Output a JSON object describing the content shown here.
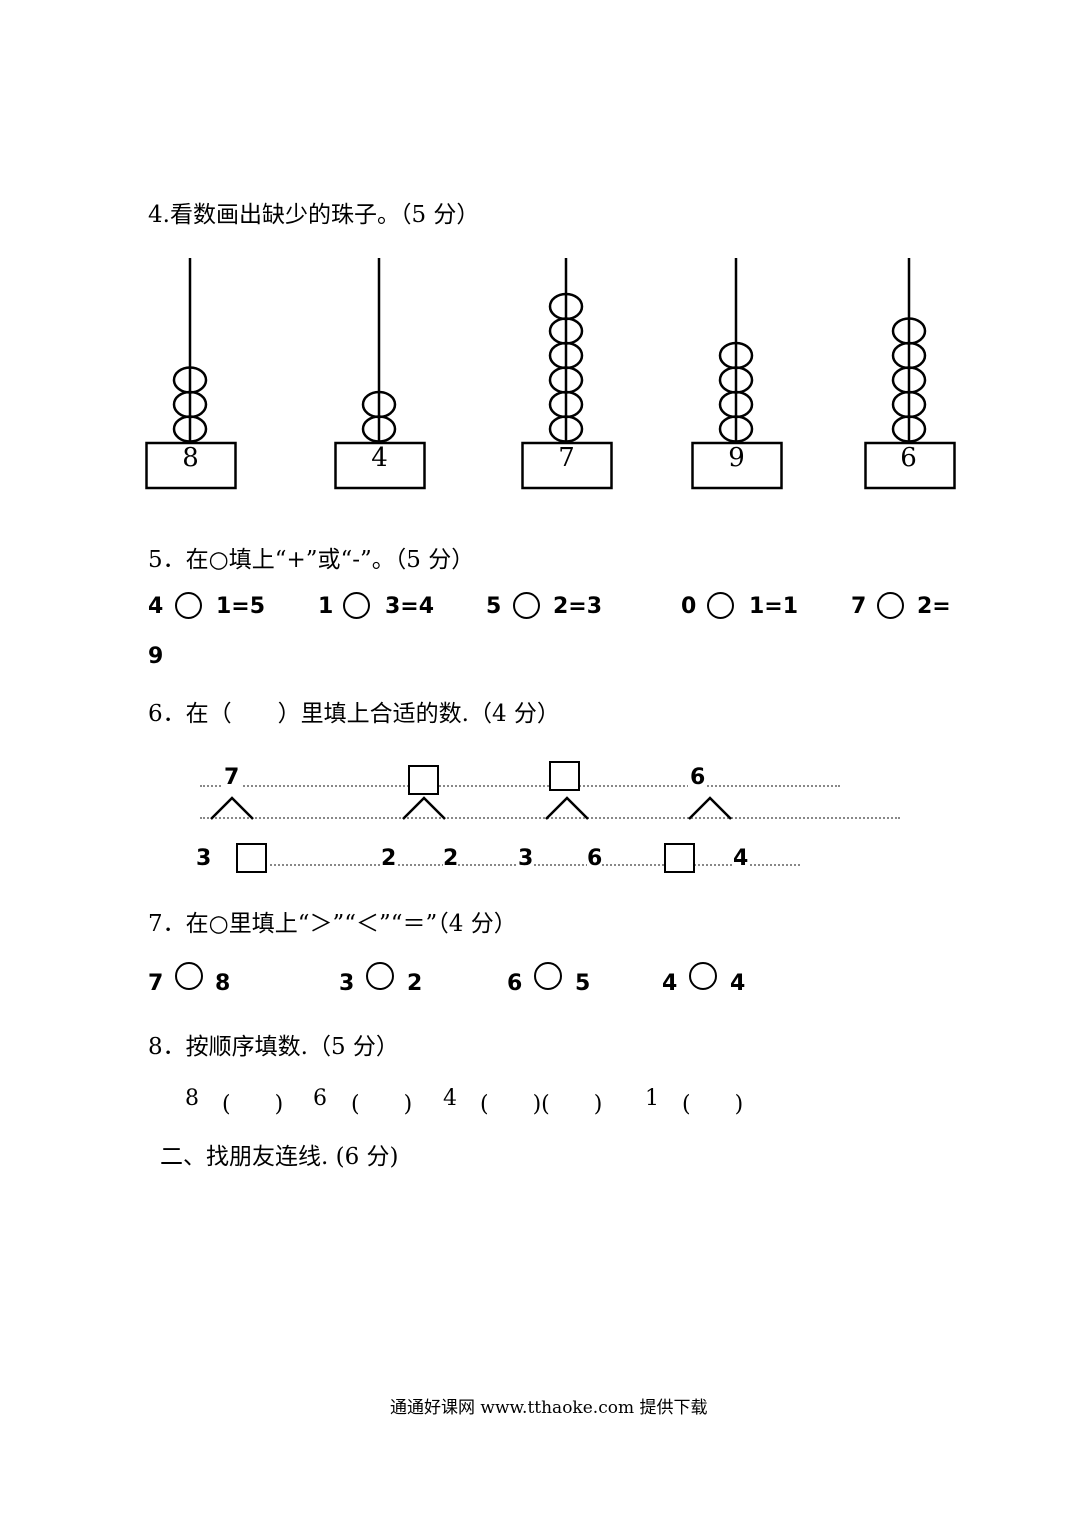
{
  "q4": {
    "title": "4.看数画出缺少的珠子。（5 分）",
    "rods": [
      {
        "number": "8",
        "beads": 3
      },
      {
        "number": "4",
        "beads": 2
      },
      {
        "number": "7",
        "beads": 6
      },
      {
        "number": "9",
        "beads": 4
      },
      {
        "number": "6",
        "beads": 5
      }
    ]
  },
  "q5": {
    "title": "5．在○填上“+”或“-”。（5 分）",
    "items": [
      {
        "a": "4",
        "rest": "1=5"
      },
      {
        "a": "1",
        "rest": "3=4"
      },
      {
        "a": "5",
        "rest": "2=3"
      },
      {
        "a": "0",
        "rest": "1=1"
      },
      {
        "a": "7",
        "rest": "2="
      }
    ],
    "wrap": "9"
  },
  "q6": {
    "title": "6．在（　　）里填上合适的数.（4 分）",
    "tops": [
      "7",
      "6"
    ],
    "bottoms": [
      "3",
      "2",
      "2",
      "3",
      "6",
      "4"
    ]
  },
  "q7": {
    "title": "7．在○里填上“＞”“＜”“＝”（4 分）",
    "items": [
      {
        "left": "7",
        "right": "8"
      },
      {
        "left": "3",
        "right": "2"
      },
      {
        "left": "6",
        "right": "5"
      },
      {
        "left": "4",
        "right": "4"
      }
    ]
  },
  "q8": {
    "title": "8．按顺序填数.（5 分）",
    "sequence": [
      "8",
      "(　　)",
      "6",
      "(　　)",
      "4",
      "(　　)(　　)",
      "1",
      "(　　)"
    ]
  },
  "section2": {
    "title": "二、找朋友连线. (6 分)"
  },
  "footer": {
    "text": "通通好课网   www.tthaoke.com  提供下载"
  }
}
